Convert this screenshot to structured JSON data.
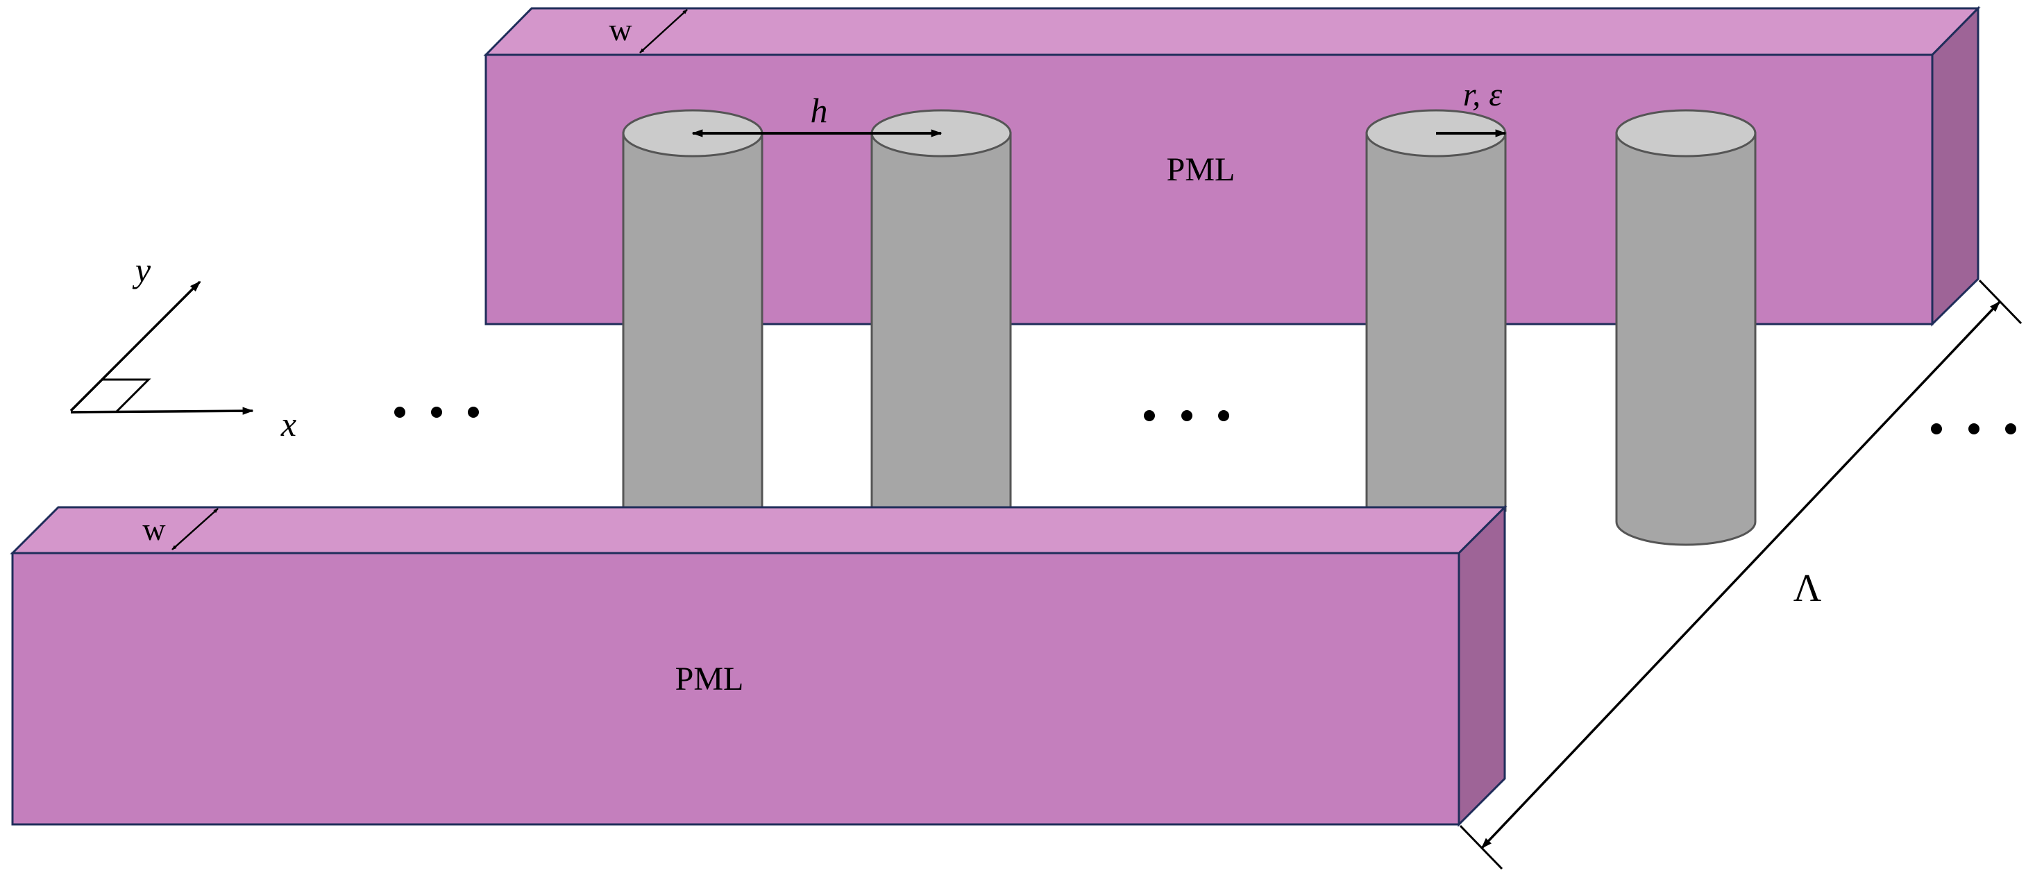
{
  "labels": {
    "pml_top": "PML",
    "pml_bottom": "PML",
    "w_top": "w",
    "w_bottom": "w",
    "h": "h",
    "r_eps": "r, ε",
    "lambda": "Λ",
    "axis_x": "x",
    "axis_y": "y"
  },
  "colors": {
    "pml_front": "#c47fbd",
    "pml_top_face": "#d496cb",
    "pml_side": "#9e6497",
    "pml_outline": "#1f2d5a",
    "cylinder_body": "#a6a6a6",
    "cylinder_top": "#cbcbcb",
    "cylinder_outline": "#555555"
  }
}
